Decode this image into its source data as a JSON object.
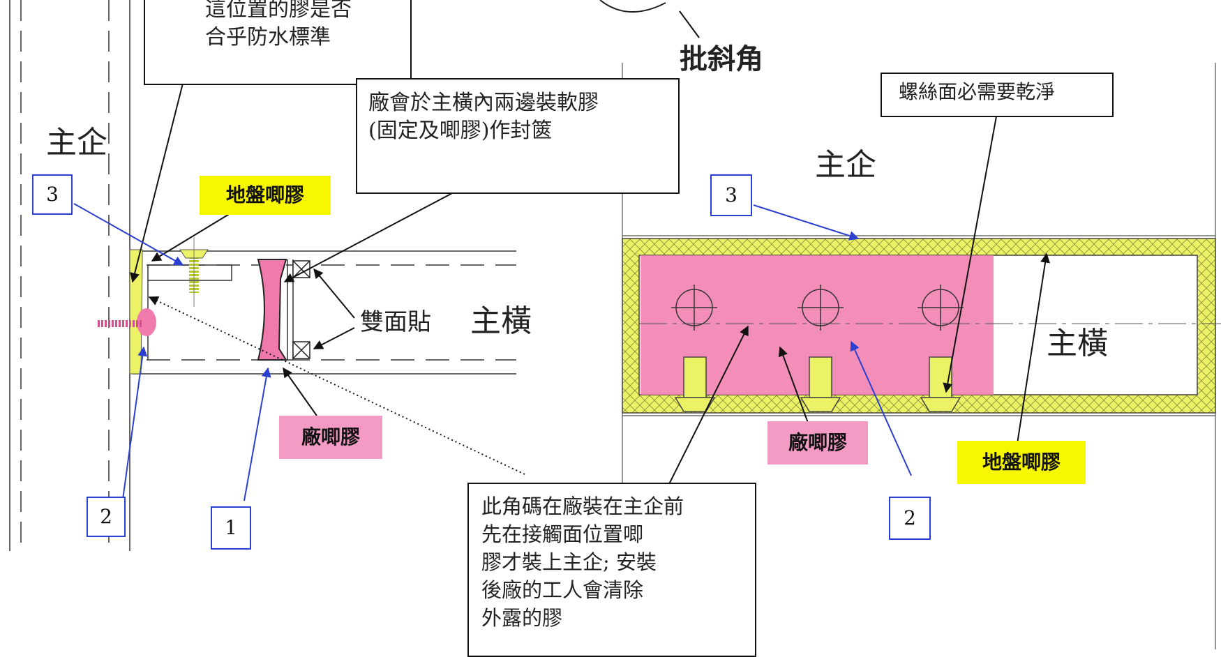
{
  "notes": {
    "top_left": "這位置的膠是否\n合乎防水標準",
    "factory_gasket": "廠會於主橫內兩邊裝軟膠\n(固定及唧膠)作封篋",
    "thread_clean": "螺絲面必需要乾淨",
    "corner_bracket": "此角碼在廠裝在主企前\n先在接觸面位置唧\n膠才裝上主企; 安裝\n後廠的工人會清除\n外露的膠"
  },
  "labels": {
    "bevel": "批斜角",
    "mullion_left": "主企",
    "mullion_right": "主企",
    "transom_left": "主橫",
    "transom_right": "主橫",
    "double_tape": "雙面貼"
  },
  "tags": {
    "site_sealant_left": "地盤唧膠",
    "site_sealant_right": "地盤唧膠",
    "factory_sealant_left": "廠唧膠",
    "factory_sealant_right": "廠唧膠"
  },
  "numbers": {
    "n3_left": "3",
    "n2_left": "2",
    "n1": "1",
    "n3_right": "3",
    "n2_right": "2"
  },
  "colors": {
    "sealant_yellow": "#ecf266",
    "factory_pink": "#f07aab",
    "tag_yellow": "#f7f700",
    "tag_pink": "#f39ac5",
    "callout_blue": "#2a3fcf"
  }
}
